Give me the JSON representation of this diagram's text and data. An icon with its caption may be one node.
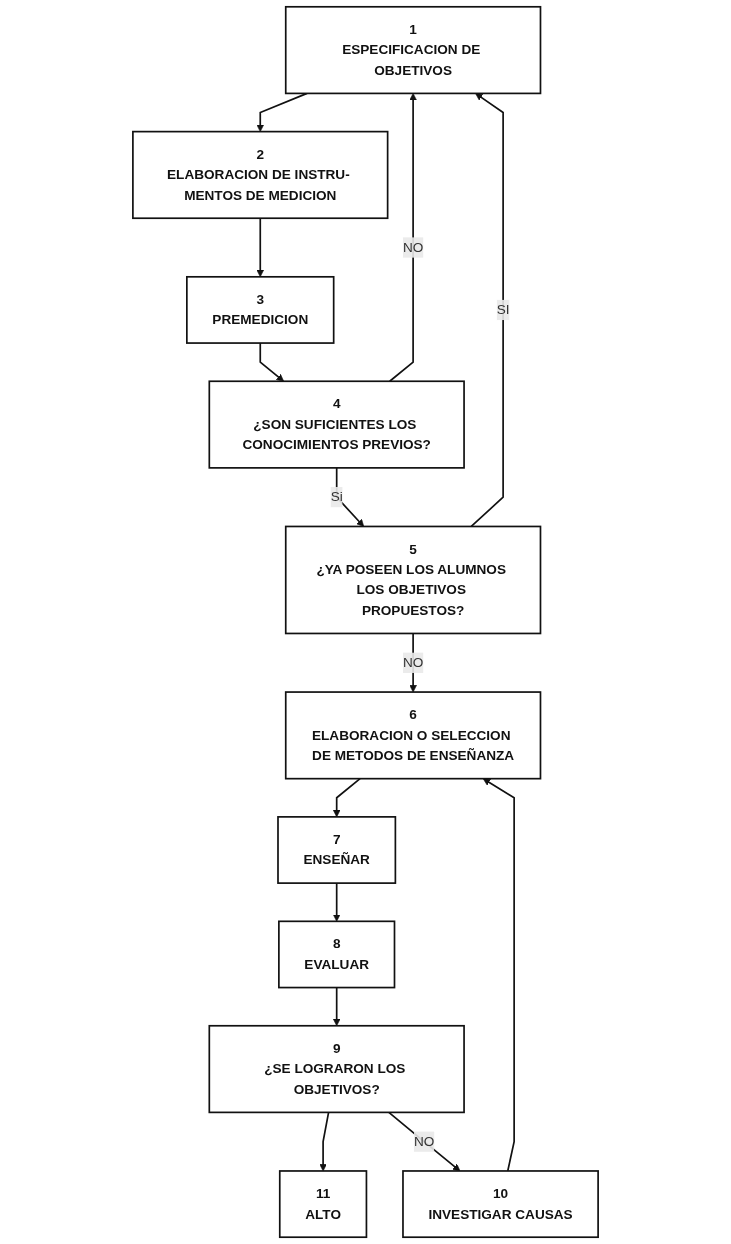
{
  "diagram": {
    "nodes": [
      {
        "text": [
          "1",
          "ESPECIFICACION DE OBJETIVOS"
        ]
      },
      {
        "text": [
          "2",
          "ELABORACION DE INSTRU- MENTOS DE MEDICION"
        ]
      },
      {
        "text": [
          "3",
          "PREMEDICION"
        ]
      },
      {
        "text": [
          "4",
          "¿SON SUFICIENTES LOS CONOCIMIENTOS PREVIOS?"
        ]
      },
      {
        "text": [
          "5",
          "¿YA POSEEN LOS ALUMNOS LOS OBJETIVOS PROPUESTOS?"
        ]
      },
      {
        "text": [
          "6",
          "ELABORACION O SELECCION DE METODOS DE ENSEÑANZA"
        ]
      },
      {
        "text": [
          "7",
          "ENSEÑAR"
        ]
      },
      {
        "text": [
          "8",
          "EVALUAR"
        ]
      },
      {
        "text": [
          "9",
          "¿SE LOGRARON LOS OBJETIVOS?"
        ]
      },
      {
        "text": [
          "10",
          "INVESTIGAR CAUSAS"
        ]
      },
      {
        "text": [
          "11",
          "ALTO"
        ]
      }
    ],
    "edges": [
      {
        "from": 0,
        "to": 1,
        "arrow": "to"
      },
      {
        "from": 1,
        "to": 2,
        "arrow": "to"
      },
      {
        "from": 2,
        "to": 3,
        "arrow": "to"
      },
      {
        "from": 3,
        "to": 0,
        "arrow": "to",
        "label": "NO"
      },
      {
        "from": 3,
        "to": 4,
        "arrow": "to",
        "label": "Si"
      },
      {
        "from": 4,
        "to": 0,
        "arrow": "to",
        "label": "SI"
      },
      {
        "from": 4,
        "to": 5,
        "arrow": "to",
        "label": "NO"
      },
      {
        "from": 5,
        "to": 6,
        "arrow": "to"
      },
      {
        "from": 6,
        "to": 7,
        "arrow": "to"
      },
      {
        "from": 7,
        "to": 8,
        "arrow": "to"
      },
      {
        "from": 8,
        "to": 10,
        "arrow": "to"
      },
      {
        "from": 8,
        "to": 9,
        "arrow": "to",
        "label": "NO"
      },
      {
        "from": 9,
        "to": 5,
        "arrow": "to"
      }
    ]
  }
}
